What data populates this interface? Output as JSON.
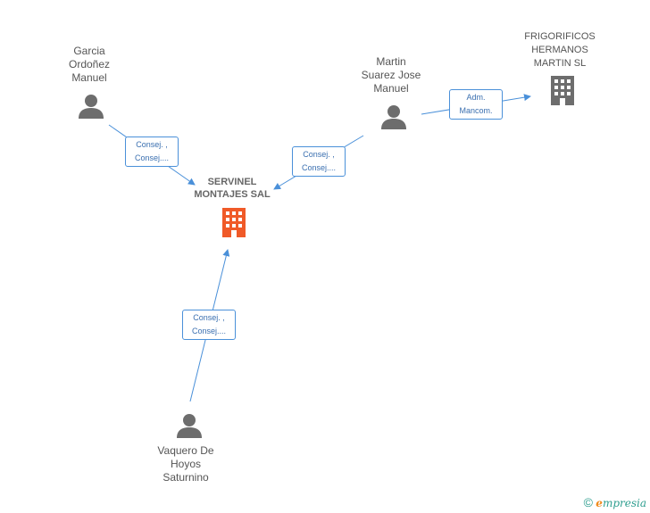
{
  "nodes": {
    "garcia": {
      "lines": [
        "Garcia",
        "Ordoñez",
        "Manuel"
      ]
    },
    "martin": {
      "lines": [
        "Martin",
        "Suarez Jose",
        "Manuel"
      ]
    },
    "vaquero": {
      "lines": [
        "Vaquero De",
        "Hoyos",
        "Saturnino"
      ]
    },
    "frigorificos": {
      "lines": [
        "FRIGORIFICOS",
        "HERMANOS",
        "MARTIN SL"
      ]
    },
    "servinel": {
      "lines": [
        "SERVINEL",
        "MONTAJES SAL"
      ]
    }
  },
  "edges": {
    "garcia_servinel": [
      "Consej. ,",
      "Consej...."
    ],
    "martin_servinel": [
      "Consej. ,",
      "Consej...."
    ],
    "vaquero_servinel": [
      "Consej. ,",
      "Consej...."
    ],
    "martin_frigorificos": [
      "Adm.",
      "Mancom."
    ]
  },
  "colors": {
    "main_company": "#f05a28",
    "company": "#6d6d6d",
    "person": "#6d6d6d",
    "edge": "#4a90d9"
  },
  "brand": {
    "copyright": "©",
    "e": "e",
    "rest": "mpresia"
  }
}
